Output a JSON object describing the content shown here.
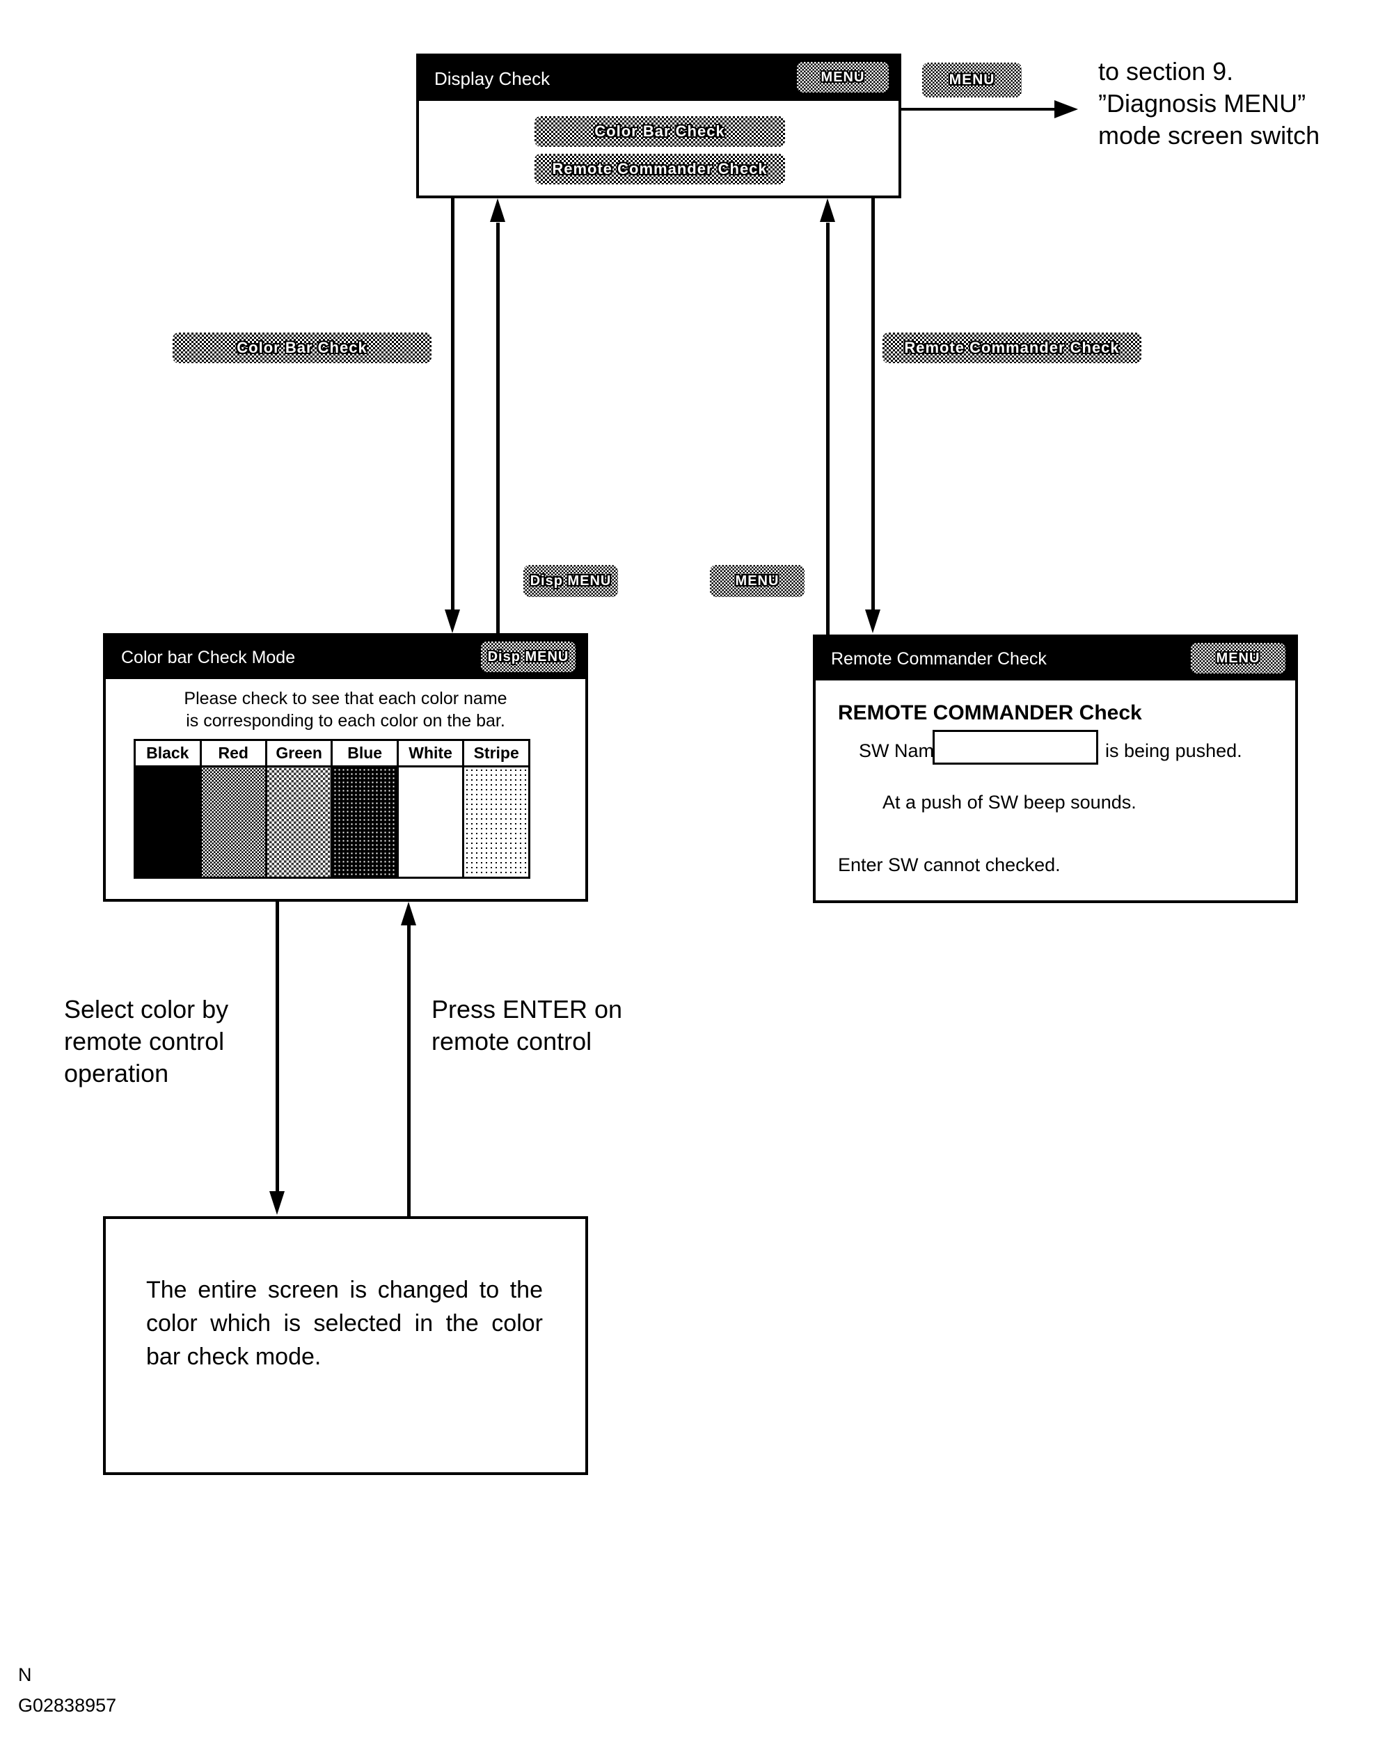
{
  "display_check_panel": {
    "title": "Display Check",
    "menu_button": "MENU",
    "options": [
      "Color  Bar  Check",
      "Remote Commander  Check"
    ]
  },
  "external_menu_button": "MENU",
  "section_note": "to section 9.\n”Diagnosis MENU”\nmode screen switch",
  "transition_buttons": {
    "color_bar_check": "Color  Bar  Check",
    "remote_commander_check": "Remote Commander  Check",
    "disp_menu": "Disp MENU",
    "menu": "MENU"
  },
  "color_bar_panel": {
    "title": "Color  bar  Check  Mode",
    "menu_button": "Disp MENU",
    "instruction_line1": "Please check to see that each color name",
    "instruction_line2": "is corresponding to each color on the bar.",
    "columns": [
      {
        "label": "Black",
        "swatch": "solid-black"
      },
      {
        "label": "Red",
        "swatch": "dither-medium"
      },
      {
        "label": "Green",
        "swatch": "dither-light"
      },
      {
        "label": "Blue",
        "swatch": "dither-dark"
      },
      {
        "label": "White",
        "swatch": "solid-white"
      },
      {
        "label": "Stripe",
        "swatch": "dot-light"
      }
    ]
  },
  "remote_commander_panel": {
    "title": "Remote Commander Check",
    "menu_button": "MENU",
    "heading": "REMOTE COMMANDER Check",
    "sw_label": "SW Name",
    "sw_value": "",
    "sw_suffix": "is being pushed.",
    "beep_note": "At a push of SW beep sounds.",
    "enter_note": "Enter SW cannot checked."
  },
  "annotations": {
    "select_color": "Select color by\nremote control\noperation",
    "press_enter": "Press ENTER on\nremote control"
  },
  "result_box": {
    "text": "The entire screen is changed to the color which is selected in the color bar check mode."
  },
  "footer": {
    "revision": "N",
    "figure_id": "G02838957"
  }
}
